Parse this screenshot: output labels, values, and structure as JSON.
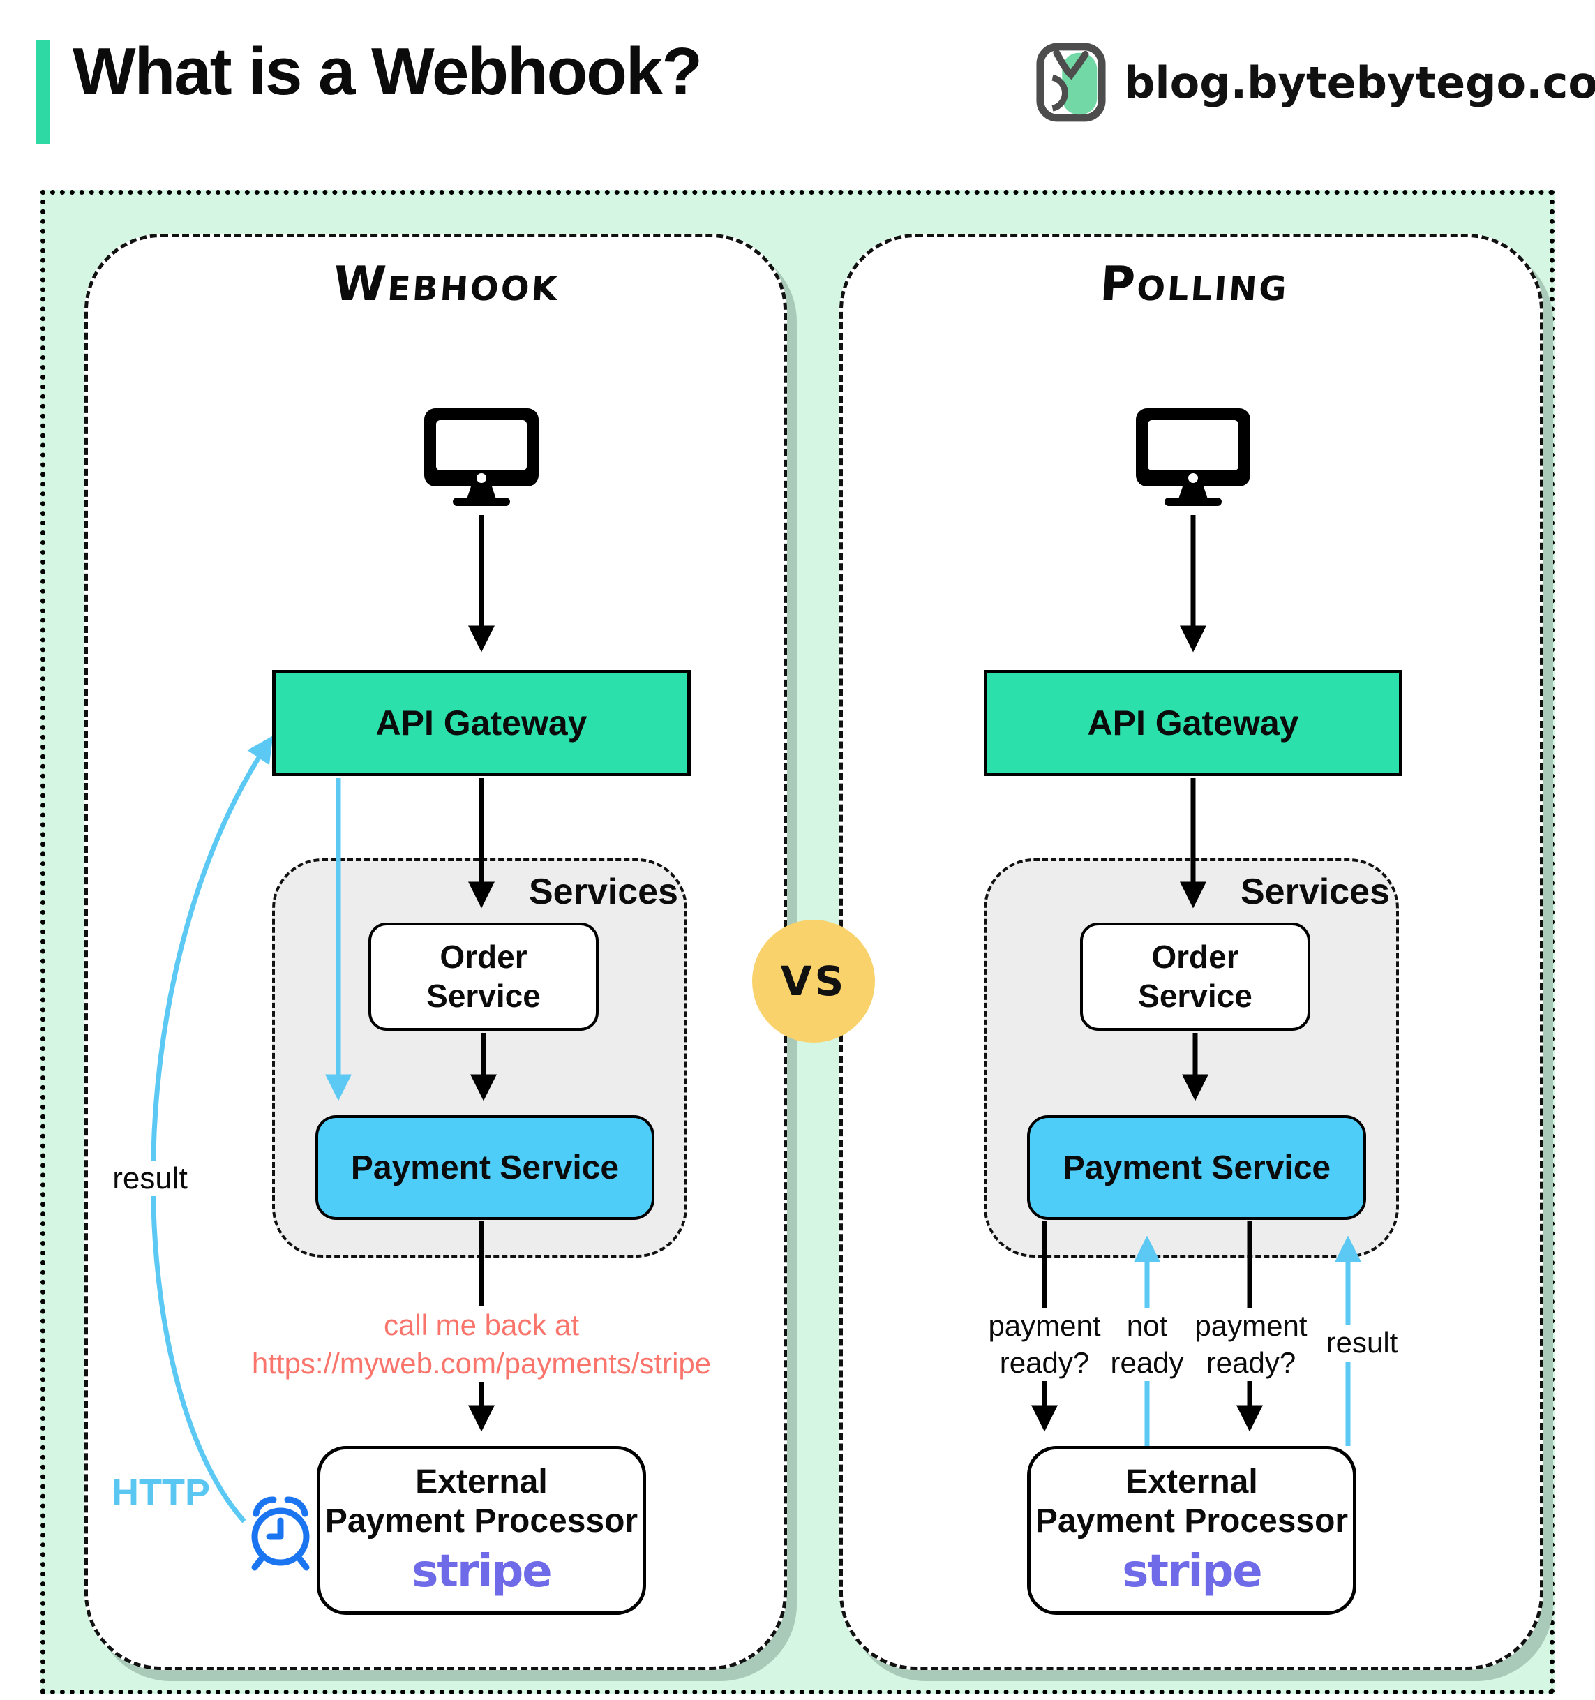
{
  "header": {
    "title": "What is a Webhook?",
    "brand": "blog.bytebytego.com"
  },
  "vs": "VS",
  "webhook": {
    "title": "Webhook",
    "api_gateway": "API Gateway",
    "services": "Services",
    "order_line1": "Order",
    "order_line2": "Service",
    "payment": "Payment Service",
    "callback_line1": "call me back at",
    "callback_line2": "https://myweb.com/payments/stripe",
    "external_line1": "External",
    "external_line2": "Payment Processor",
    "external_brand": "stripe",
    "result_label": "result",
    "http_label": "HTTP"
  },
  "polling": {
    "title": "Polling",
    "api_gateway": "API Gateway",
    "services": "Services",
    "order_line1": "Order",
    "order_line2": "Service",
    "payment": "Payment Service",
    "external_line1": "External",
    "external_line2": "Payment Processor",
    "external_brand": "stripe",
    "label_q1_line1": "payment",
    "label_q1_line2": "ready?",
    "label_a1_line1": "not",
    "label_a1_line2": "ready",
    "label_q2_line1": "payment",
    "label_q2_line2": "ready?",
    "label_result": "result"
  },
  "colors": {
    "accent_teal": "#2fd9a3",
    "mint_background": "#d5f6e3",
    "gateway_teal": "#2be0ab",
    "payment_sky_blue": "#4ecdf9",
    "arrow_blue": "#5bc9f3",
    "callback_salmon": "#f9746b",
    "vs_yellow": "#f9d26b",
    "stripe_purple": "#6e6ae8",
    "clock_blue": "#1b75f0",
    "services_gray": "#ededed",
    "panel_shadow": "#a9cab8"
  }
}
